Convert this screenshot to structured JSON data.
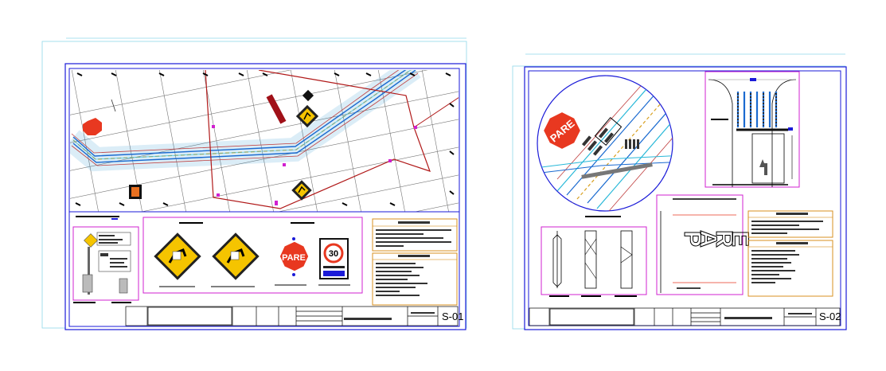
{
  "sheet_left": {
    "number": "S-01",
    "stop_sign_text": "PARE",
    "speed_sign_value": "30"
  },
  "sheet_right": {
    "number": "S-02",
    "detail_stop_sign_text": "PARE",
    "pavement_letters": [
      "P",
      "A",
      "R",
      "E"
    ]
  },
  "colors": {
    "frame_blue": "#1a1ad8",
    "magenta": "#d020d0",
    "road_red": "#b01818",
    "warning_yellow": "#f5c400",
    "stop_red": "#e83820",
    "orange_box": "#d89020",
    "cyan": "#28b8d8"
  }
}
